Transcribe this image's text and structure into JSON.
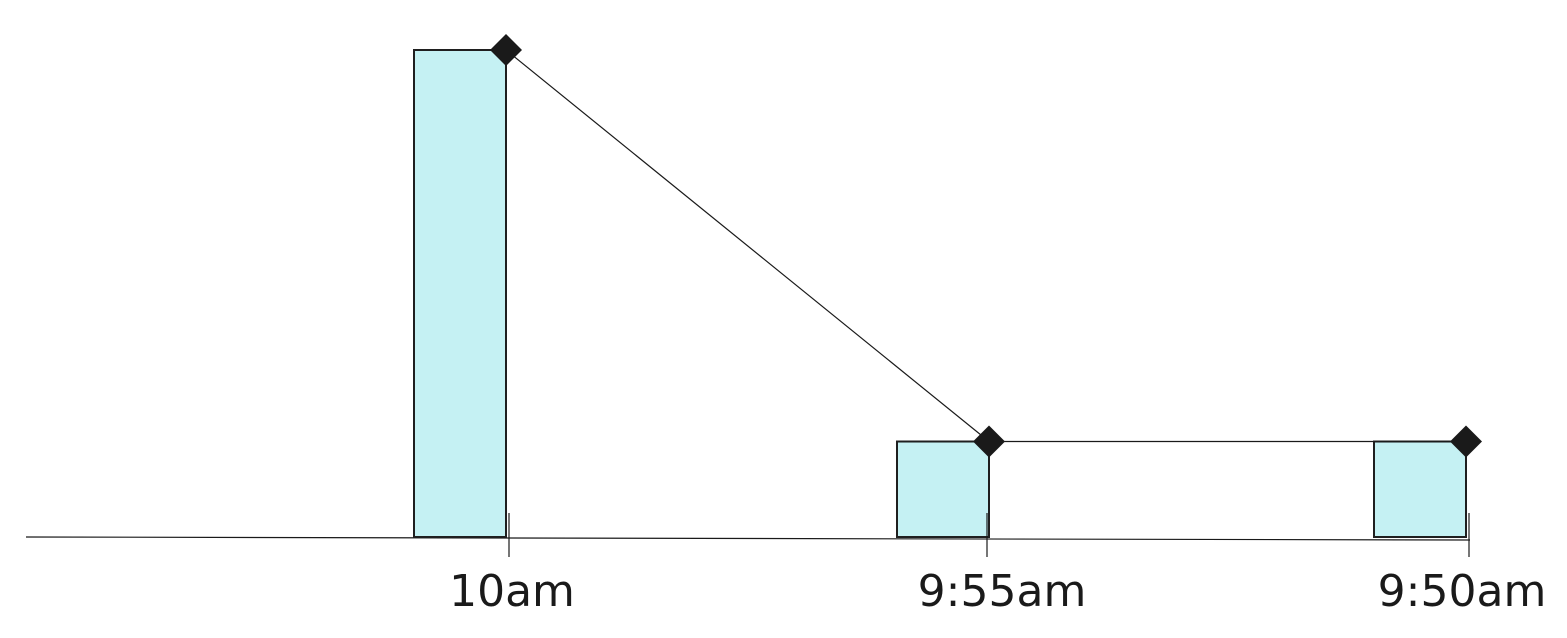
{
  "chart_data": {
    "type": "bar",
    "categories": [
      "10am",
      "9:55am",
      "9:50am"
    ],
    "values": [
      5.1,
      1.0,
      1.0
    ],
    "ylim": [
      0,
      5.1
    ],
    "title": "",
    "xlabel": "",
    "ylabel": "",
    "grid": false,
    "legend": "none",
    "overlay_line": true,
    "bar_fill": "#c5f1f3",
    "bar_stroke": "#1f1f1f",
    "marker_color": "#1a1a1a",
    "line_color": "#1a1a1a",
    "axis_color": "#1a1a1a",
    "marker_shape": "diamond"
  }
}
